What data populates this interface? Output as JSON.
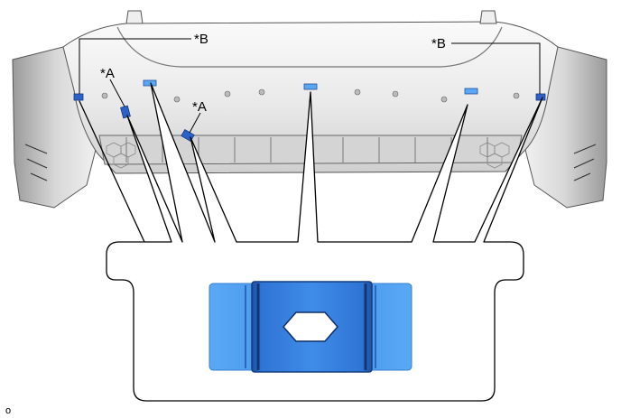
{
  "callouts": {
    "a_left": "*A",
    "a_center": "*A",
    "b_left": "*B",
    "b_right": "*B"
  },
  "figure_id": "o",
  "colors": {
    "pad_blue": "#4a9cf0",
    "pad_dark": "#1e4f9a",
    "bumper_gray": "#e6e6e6",
    "outline": "#000000"
  }
}
